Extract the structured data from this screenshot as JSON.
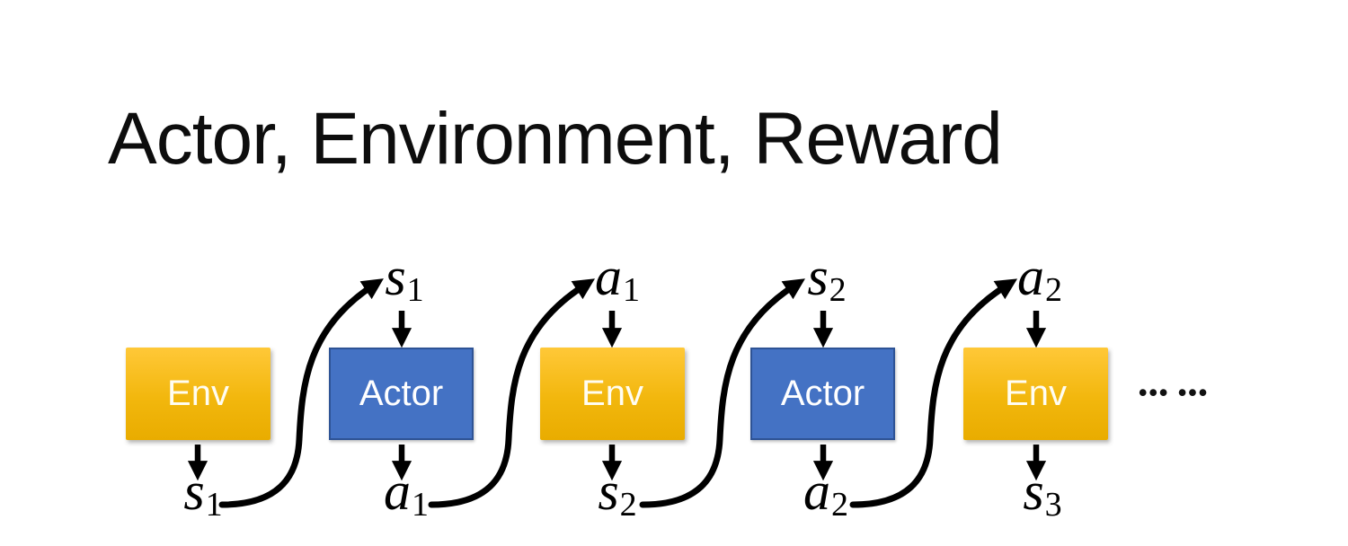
{
  "title": "Actor, Environment, Reward",
  "diagram": {
    "boxes": [
      {
        "label": "Env",
        "type": "env"
      },
      {
        "label": "Actor",
        "type": "actor"
      },
      {
        "label": "Env",
        "type": "env"
      },
      {
        "label": "Actor",
        "type": "actor"
      },
      {
        "label": "Env",
        "type": "env"
      }
    ],
    "top_labels": [
      {
        "base": "s",
        "sub": "1"
      },
      {
        "base": "a",
        "sub": "1"
      },
      {
        "base": "s",
        "sub": "2"
      },
      {
        "base": "a",
        "sub": "2"
      }
    ],
    "bottom_labels": [
      {
        "base": "s",
        "sub": "1"
      },
      {
        "base": "a",
        "sub": "1"
      },
      {
        "base": "s",
        "sub": "2"
      },
      {
        "base": "a",
        "sub": "2"
      },
      {
        "base": "s",
        "sub": "3"
      }
    ],
    "ellipsis": "••• •••",
    "colors": {
      "env_gradient_top": "#ffc838",
      "env_gradient_bottom": "#e9ac00",
      "actor_fill": "#4472c4",
      "actor_border": "#2e5395",
      "arrow": "#000000",
      "title_text": "#0d0d0d",
      "box_text": "#ffffff",
      "background": "#ffffff"
    }
  }
}
